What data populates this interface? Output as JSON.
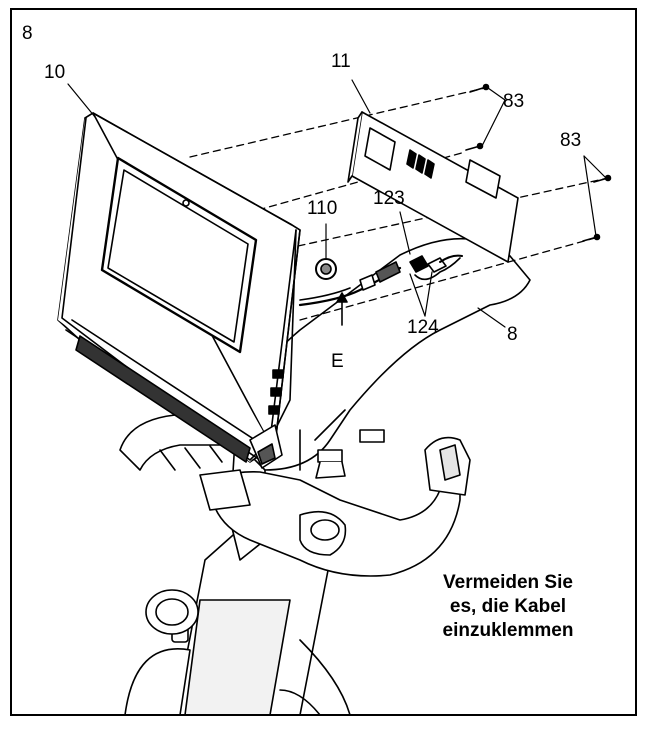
{
  "step_number": "8",
  "labels": {
    "console": "10",
    "cover": "11",
    "screws_top": "83",
    "screws_right": "83",
    "grommet": "110",
    "connector_a": "123",
    "connector_b": "124",
    "cable": "E",
    "upright": "8"
  },
  "caption": [
    "Vermeiden Sie",
    "es, die Kabel",
    "einzuklemmen"
  ]
}
